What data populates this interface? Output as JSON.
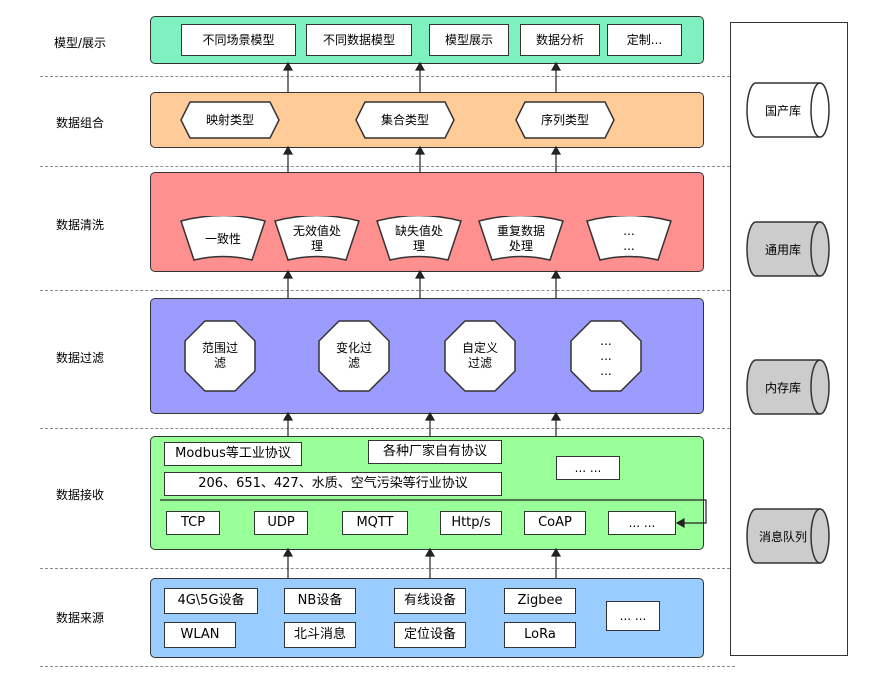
{
  "layers": {
    "display": {
      "label": "模型/展示",
      "items": [
        "不同场景模型",
        "不同数据模型",
        "模型展示",
        "数据分析",
        "定制..."
      ]
    },
    "combine": {
      "label": "数据组合",
      "items": [
        "映射类型",
        "集合类型",
        "序列类型"
      ]
    },
    "clean": {
      "label": "数据清洗",
      "items": [
        "一致性",
        "无效值处\n理",
        "缺失值处\n理",
        "重复数据\n处理",
        "...\n..."
      ]
    },
    "filter": {
      "label": "数据过滤",
      "items": [
        "范围过\n滤",
        "变化过\n滤",
        "自定义\n过滤",
        "...\n...\n..."
      ]
    },
    "receive": {
      "label": "数据接收",
      "industrial": "Modbus等工业协议",
      "vendor": "各种厂家自有协议",
      "more": "... ...",
      "industry": "206、651、427、水质、空气污染等行业协议",
      "protocols": [
        "TCP",
        "UDP",
        "MQTT",
        "Http/s",
        "CoAP",
        "... ..."
      ]
    },
    "source": {
      "label": "数据来源",
      "row1": [
        "4G\\5G设备",
        "NB设备",
        "有线设备",
        "Zigbee"
      ],
      "row2": [
        "WLAN",
        "北斗消息",
        "定位设备",
        "LoRa"
      ],
      "more": "... ..."
    }
  },
  "storage": [
    "国产库",
    "通用库",
    "内存库",
    "消息队列"
  ],
  "colors": {
    "display": "#7ff0c0",
    "combine": "#ffcc99",
    "clean": "#ff9090",
    "filter": "#9c9cff",
    "receive": "#99ff99",
    "source": "#99ccff",
    "cyl_white": "#ffffff",
    "cyl_gray": "#cccccc"
  }
}
